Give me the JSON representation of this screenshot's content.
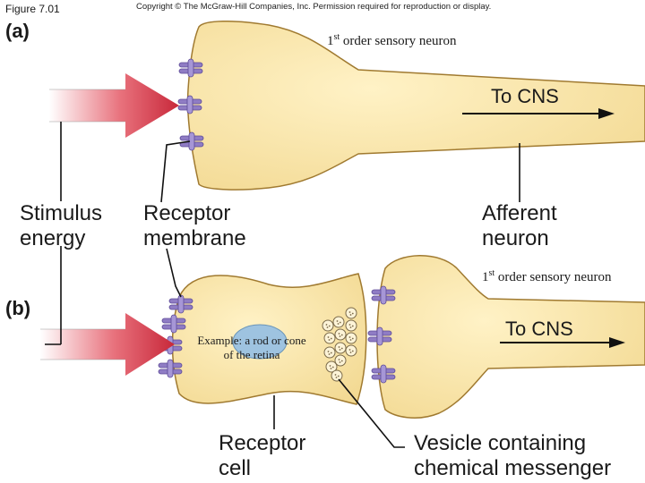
{
  "header": {
    "figure_id": "Figure 7.01",
    "copyright": "Copyright © The McGraw-Hill Companies, Inc. Permission required for reproduction or display."
  },
  "panel_a": {
    "label": "(a)",
    "neuron_caption_pre": "1",
    "neuron_caption_sup": "st",
    "neuron_caption_post": " order sensory neuron",
    "to_cns": "To CNS",
    "stimulus": [
      "Stimulus",
      "energy"
    ],
    "receptor_membrane": [
      "Receptor",
      "membrane"
    ],
    "afferent_neuron": [
      "Afferent",
      "neuron"
    ]
  },
  "panel_b": {
    "label": "(b)",
    "neuron_caption_pre": "1",
    "neuron_caption_sup": "st",
    "neuron_caption_post": " order sensory neuron",
    "to_cns": "To CNS",
    "example": [
      "Example: a rod or cone",
      "of the retina"
    ],
    "receptor_cell": [
      "Receptor",
      "cell"
    ],
    "vesicle": [
      "Vesicle containing",
      "chemical messenger"
    ]
  },
  "colors": {
    "neuron_fill": "#f8e3a8",
    "neuron_stroke": "#a07a30",
    "arrow_red": "#c8283a",
    "channel_purple": "#8f7cc4",
    "nucleus_blue": "#9ec3e0"
  }
}
